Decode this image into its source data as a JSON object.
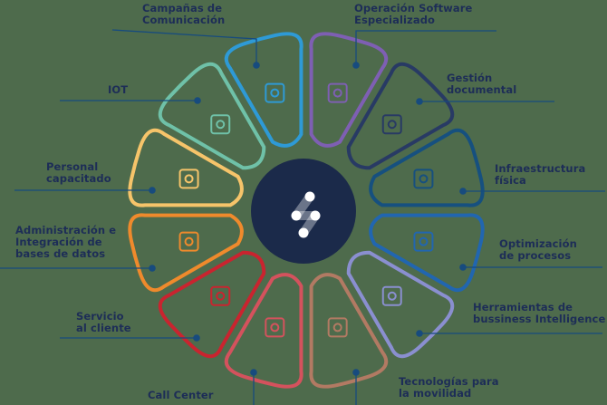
{
  "diagram": {
    "center": {
      "logo": "brand-logo-icon",
      "fill": "#1b2a4a"
    },
    "line_color": "#174b7e",
    "background": "#4e6b4c",
    "segments": [
      {
        "id": "campanas",
        "lines": [
          "Campañas de",
          "Comunicación"
        ],
        "icon": "megaphone-icon",
        "color": "#2e9ad6",
        "angle": -105
      },
      {
        "id": "operacion",
        "lines": [
          "Operación Software",
          "Especializado"
        ],
        "icon": "monitor-gear-icon",
        "color": "#7e5fb3",
        "angle": -75
      },
      {
        "id": "gestion",
        "lines": [
          "Gestión",
          "documental"
        ],
        "icon": "document-icon",
        "color": "#283a64",
        "angle": -45
      },
      {
        "id": "infraestructura",
        "lines": [
          "Infraestructura",
          "física"
        ],
        "icon": "buildings-icon",
        "color": "#16507f",
        "angle": -15
      },
      {
        "id": "optimizacion",
        "lines": [
          "Optimización",
          "de procesos"
        ],
        "icon": "gear-check-icon",
        "color": "#2166b0",
        "angle": 15
      },
      {
        "id": "herramientas",
        "lines": [
          "Herramientas de",
          "bussiness Intelligence"
        ],
        "icon": "analytics-magnifier-icon",
        "color": "#8a8fd0",
        "angle": 45
      },
      {
        "id": "tecnologias",
        "lines": [
          "Tecnologías para",
          "la movilidad"
        ],
        "icon": "connected-car-icon",
        "color": "#b27a63",
        "angle": 75
      },
      {
        "id": "callcenter",
        "lines": [
          "Call Center"
        ],
        "icon": "headset-icon",
        "color": "#d4525d",
        "angle": 105
      },
      {
        "id": "servicio",
        "lines": [
          "Servicio",
          "al cliente"
        ],
        "icon": "info-icon",
        "color": "#c9242f",
        "angle": 135
      },
      {
        "id": "administracion",
        "lines": [
          "Administración e",
          "Integración de",
          "bases de datos"
        ],
        "icon": "server-icon",
        "color": "#ef8a2c",
        "angle": 165
      },
      {
        "id": "personal",
        "lines": [
          "Personal",
          "capacitado"
        ],
        "icon": "person-shield-icon",
        "color": "#f6c46a",
        "angle": 195
      },
      {
        "id": "iot",
        "lines": [
          "IOT"
        ],
        "icon": "iot-globe-icon",
        "color": "#6fc1a8",
        "angle": 225
      }
    ]
  }
}
